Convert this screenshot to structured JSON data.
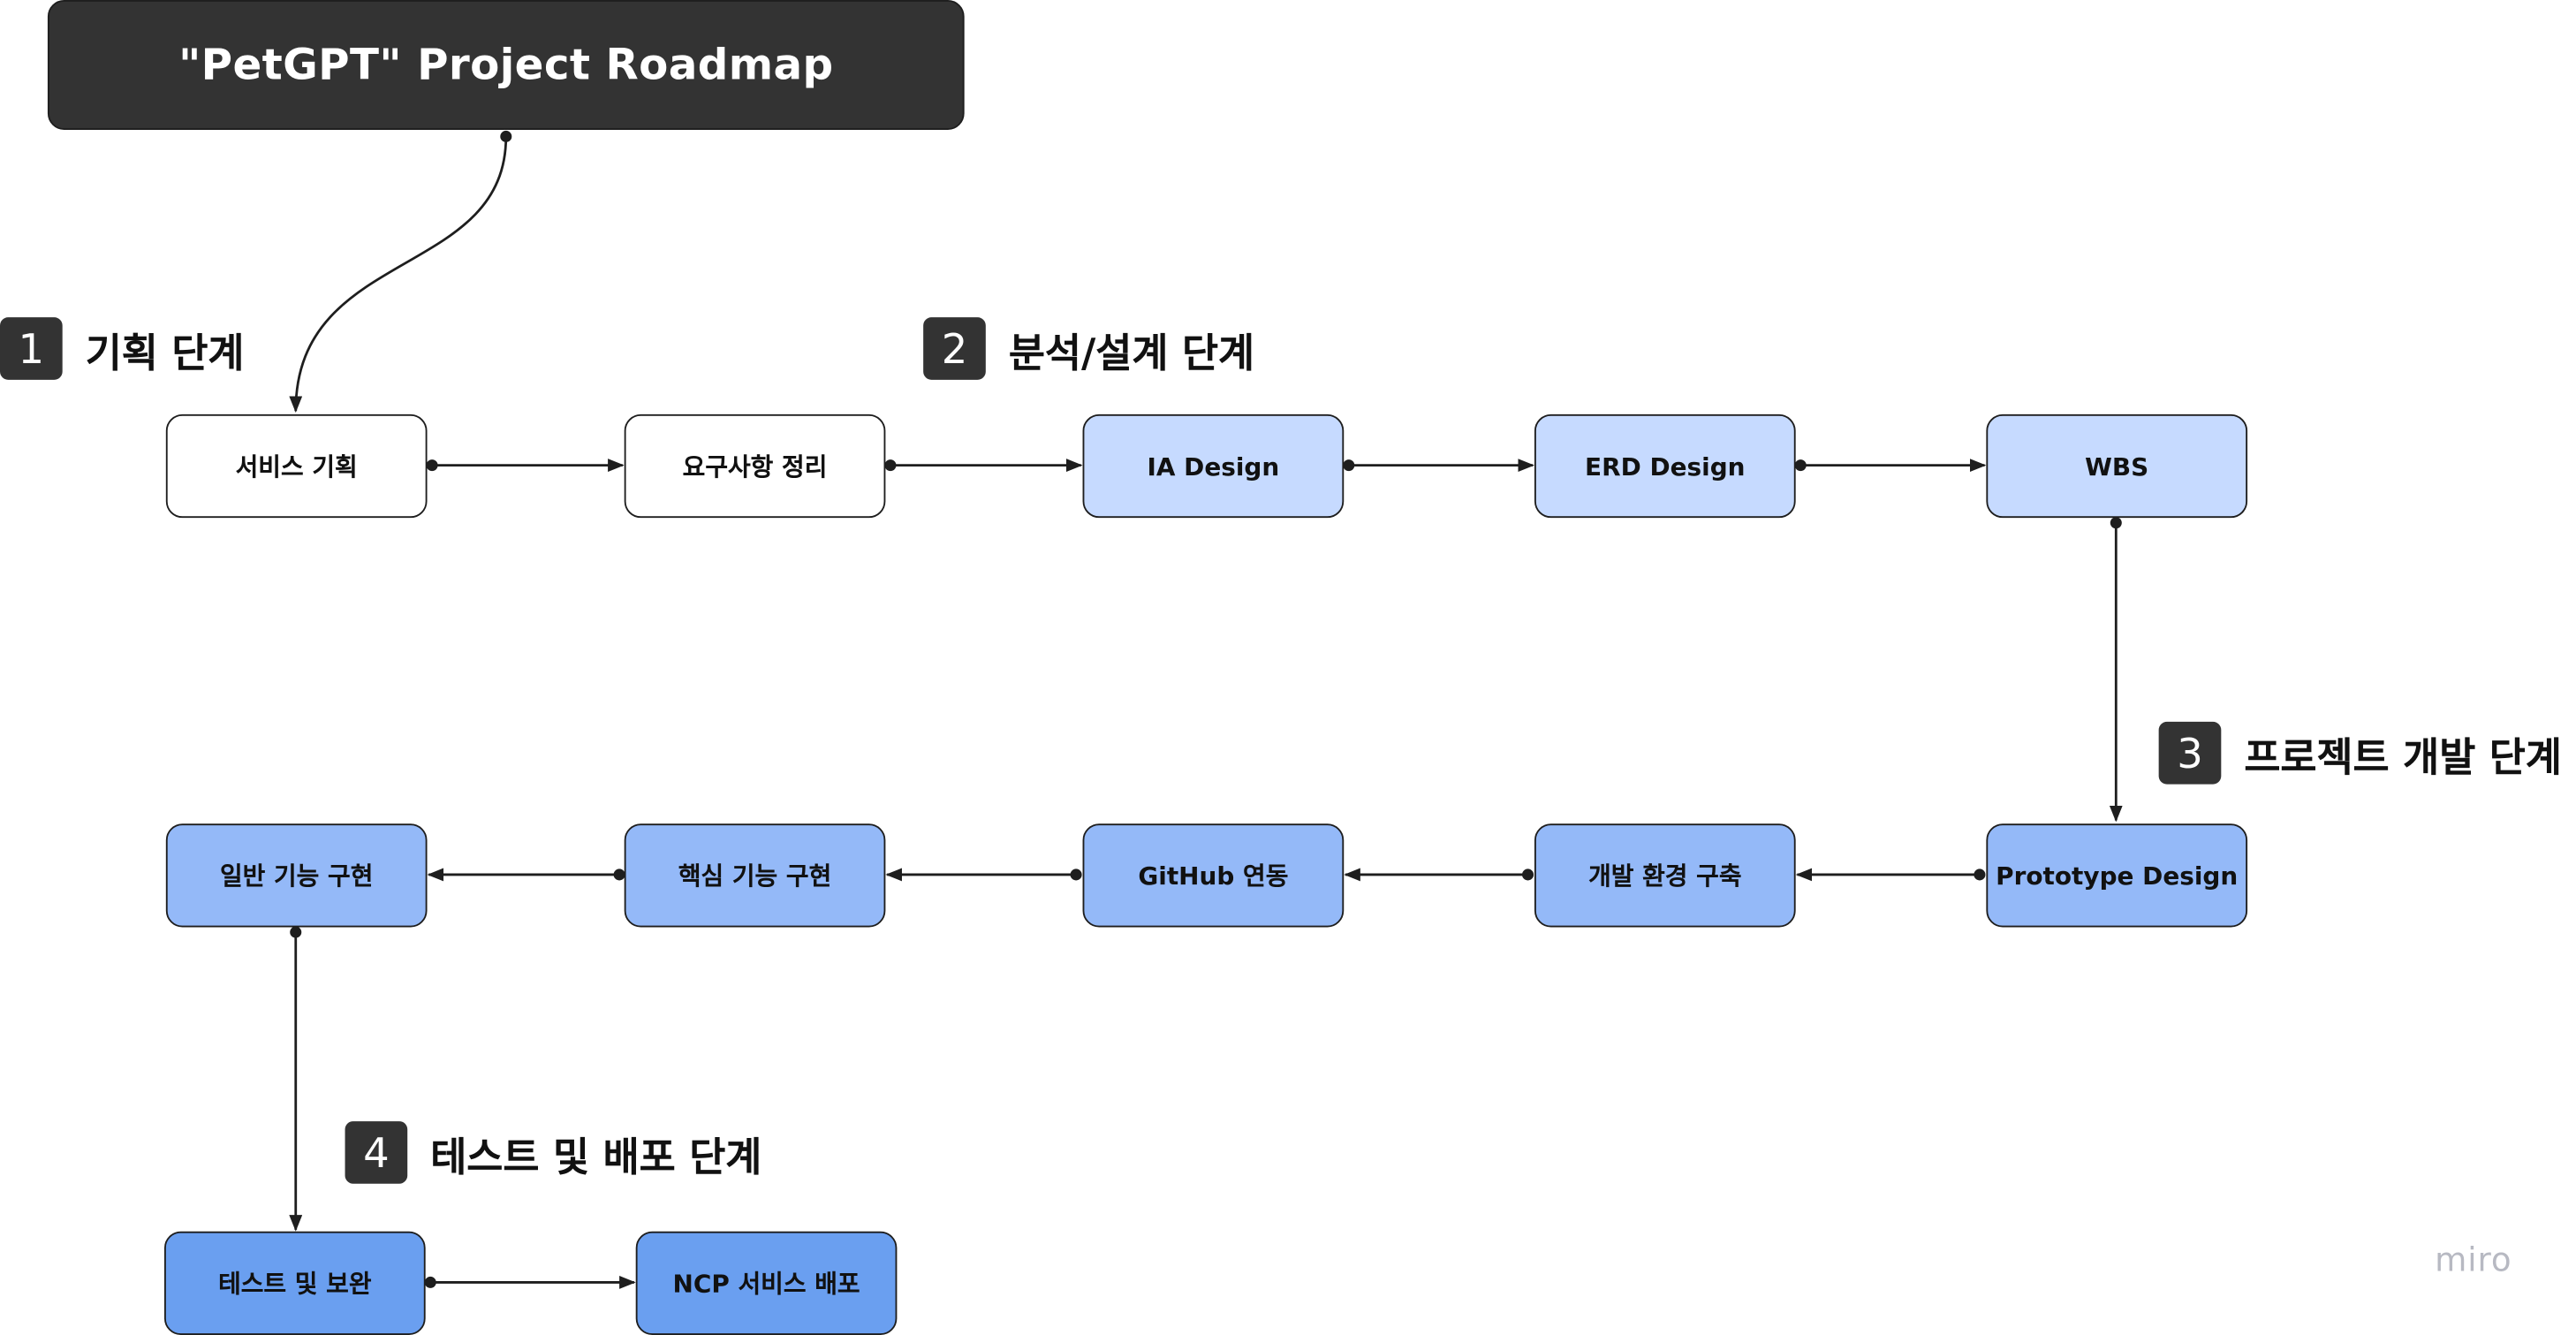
{
  "title": "\"PetGPT\" Project Roadmap",
  "stages": [
    {
      "number": "1",
      "label": "기획 단계"
    },
    {
      "number": "2",
      "label": "분석/설계 단계"
    },
    {
      "number": "3",
      "label": "프로젝트 개발 단계"
    },
    {
      "number": "4",
      "label": "테스트 및 배포 단계"
    }
  ],
  "nodes": {
    "service_planning": "서비스 기획",
    "requirements": "요구사항 정리",
    "ia_design": "IA Design",
    "erd_design": "ERD Design",
    "wbs": "WBS",
    "prototype_design": "Prototype Design",
    "dev_env": "개발 환경 구축",
    "github": "GitHub 연동",
    "core_features": "핵심 기능 구현",
    "general_features": "일반 기능 구현",
    "test": "테스트 및 보완",
    "ncp_deploy": "NCP 서비스 배포"
  },
  "colors": {
    "title_bg": "#333333",
    "planning": "#ffffff",
    "analysis_design": "#c6daff",
    "development": "#94b9f8",
    "test_deploy": "#6a9ff0",
    "connector": "#1e1e1e"
  },
  "watermark": "miro"
}
